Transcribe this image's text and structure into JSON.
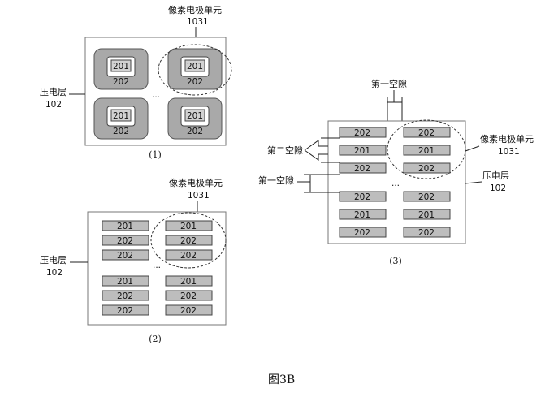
{
  "terms": {
    "pixel_unit": "像素电极单元",
    "pixel_unit_num": "1031",
    "piezo_layer": "压电层",
    "piezo_num": "102",
    "first_gap": "第一空隙",
    "second_gap": "第二空隙",
    "ellipsis": "..."
  },
  "codes": {
    "a": "201",
    "b": "202"
  },
  "captions": {
    "p1": "(1)",
    "p2": "(2)",
    "p3": "(3)"
  },
  "figure_title": "图3B"
}
